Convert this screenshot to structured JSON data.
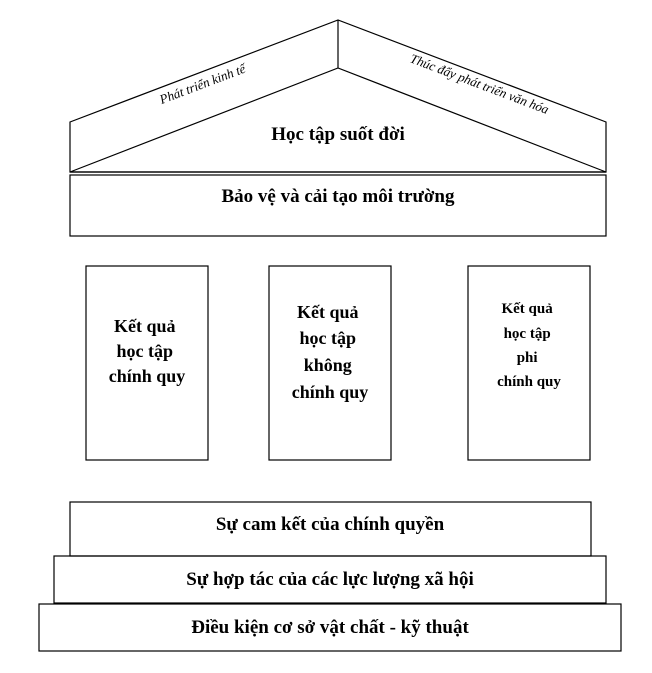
{
  "roof": {
    "left_slope_label": "Phát triển kinh tế",
    "right_slope_label": "Thúc đẩy phát triển văn hóa",
    "center_label": "Học tập suốt đời"
  },
  "beam": {
    "label": "Bảo vệ và cải tạo môi trường"
  },
  "pillars": {
    "left": {
      "lines": [
        "Kết quả",
        "học tập",
        "chính quy"
      ]
    },
    "middle": {
      "lines": [
        "Kết quả",
        "học tập",
        "không",
        "chính quy"
      ]
    },
    "right": {
      "lines": [
        "Kết quả",
        "học tập",
        "phi",
        "chính quy"
      ]
    }
  },
  "foundation": {
    "top": "Sự cam kết của chính quyền",
    "middle": "Sự hợp tác của các lực lượng xã hội",
    "bottom": "Điều kiện cơ sở vật chất - kỹ thuật"
  }
}
